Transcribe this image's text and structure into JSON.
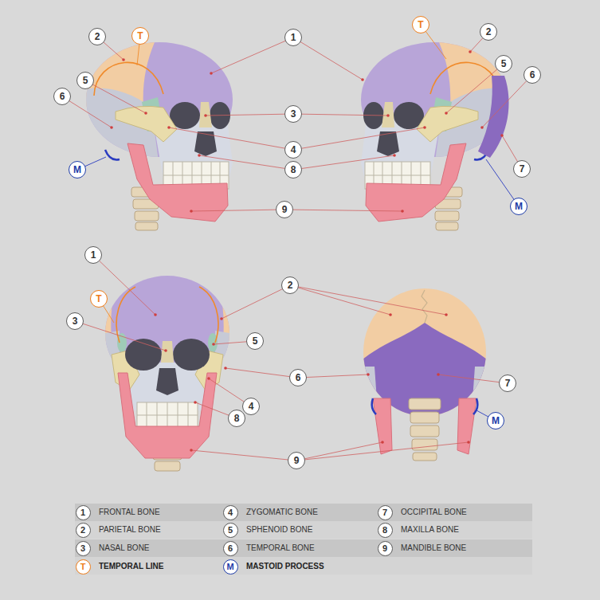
{
  "diagram": {
    "nodes": [
      {
        "text": [
          "2"
        ]
      },
      {
        "text": [
          "T"
        ]
      },
      {
        "text": [
          "5"
        ]
      },
      {
        "text": [
          "6"
        ]
      },
      {
        "text": [
          "M"
        ]
      },
      {
        "text": [
          "1"
        ]
      },
      {
        "text": [
          "3"
        ]
      },
      {
        "text": [
          "4"
        ]
      },
      {
        "text": [
          "8"
        ]
      },
      {
        "text": [
          "9"
        ]
      },
      {
        "text": [
          "T"
        ]
      },
      {
        "text": [
          "2"
        ]
      },
      {
        "text": [
          "5"
        ]
      },
      {
        "text": [
          "6"
        ]
      },
      {
        "text": [
          "7"
        ]
      },
      {
        "text": [
          "M"
        ]
      },
      {
        "text": [
          "1"
        ]
      },
      {
        "text": [
          "T"
        ]
      },
      {
        "text": [
          "3"
        ]
      },
      {
        "text": [
          "2"
        ]
      },
      {
        "text": [
          "5"
        ]
      },
      {
        "text": [
          "6"
        ]
      },
      {
        "text": [
          "4"
        ]
      },
      {
        "text": [
          "8"
        ]
      },
      {
        "text": [
          "9"
        ]
      },
      {
        "text": [
          "7"
        ]
      },
      {
        "text": [
          "M"
        ]
      },
      {
        "text": [
          "1"
        ]
      },
      {
        "text": [
          "4"
        ]
      },
      {
        "text": [
          "7"
        ]
      },
      {
        "text": [
          "2"
        ]
      },
      {
        "text": [
          "5"
        ]
      },
      {
        "text": [
          "8"
        ]
      },
      {
        "text": [
          "3"
        ]
      },
      {
        "text": [
          "6"
        ]
      },
      {
        "text": [
          "9"
        ]
      },
      {
        "text": [
          "T"
        ]
      },
      {
        "text": [
          "M"
        ]
      }
    ],
    "legend": [
      {
        "text": "FRONTAL BONE"
      },
      {
        "text": "ZYGOMATIC BONE"
      },
      {
        "text": "OCCIPITAL BONE"
      },
      {
        "text": "PARIETAL BONE"
      },
      {
        "text": "SPHENOID BONE"
      },
      {
        "text": "MAXILLA BONE"
      },
      {
        "text": "NASAL BONE"
      },
      {
        "text": "TEMPORAL BONE"
      },
      {
        "text": "MANDIBLE BONE"
      },
      {
        "text": "TEMPORAL LINE"
      },
      {
        "text": "MASTOID PROCESS"
      }
    ]
  }
}
